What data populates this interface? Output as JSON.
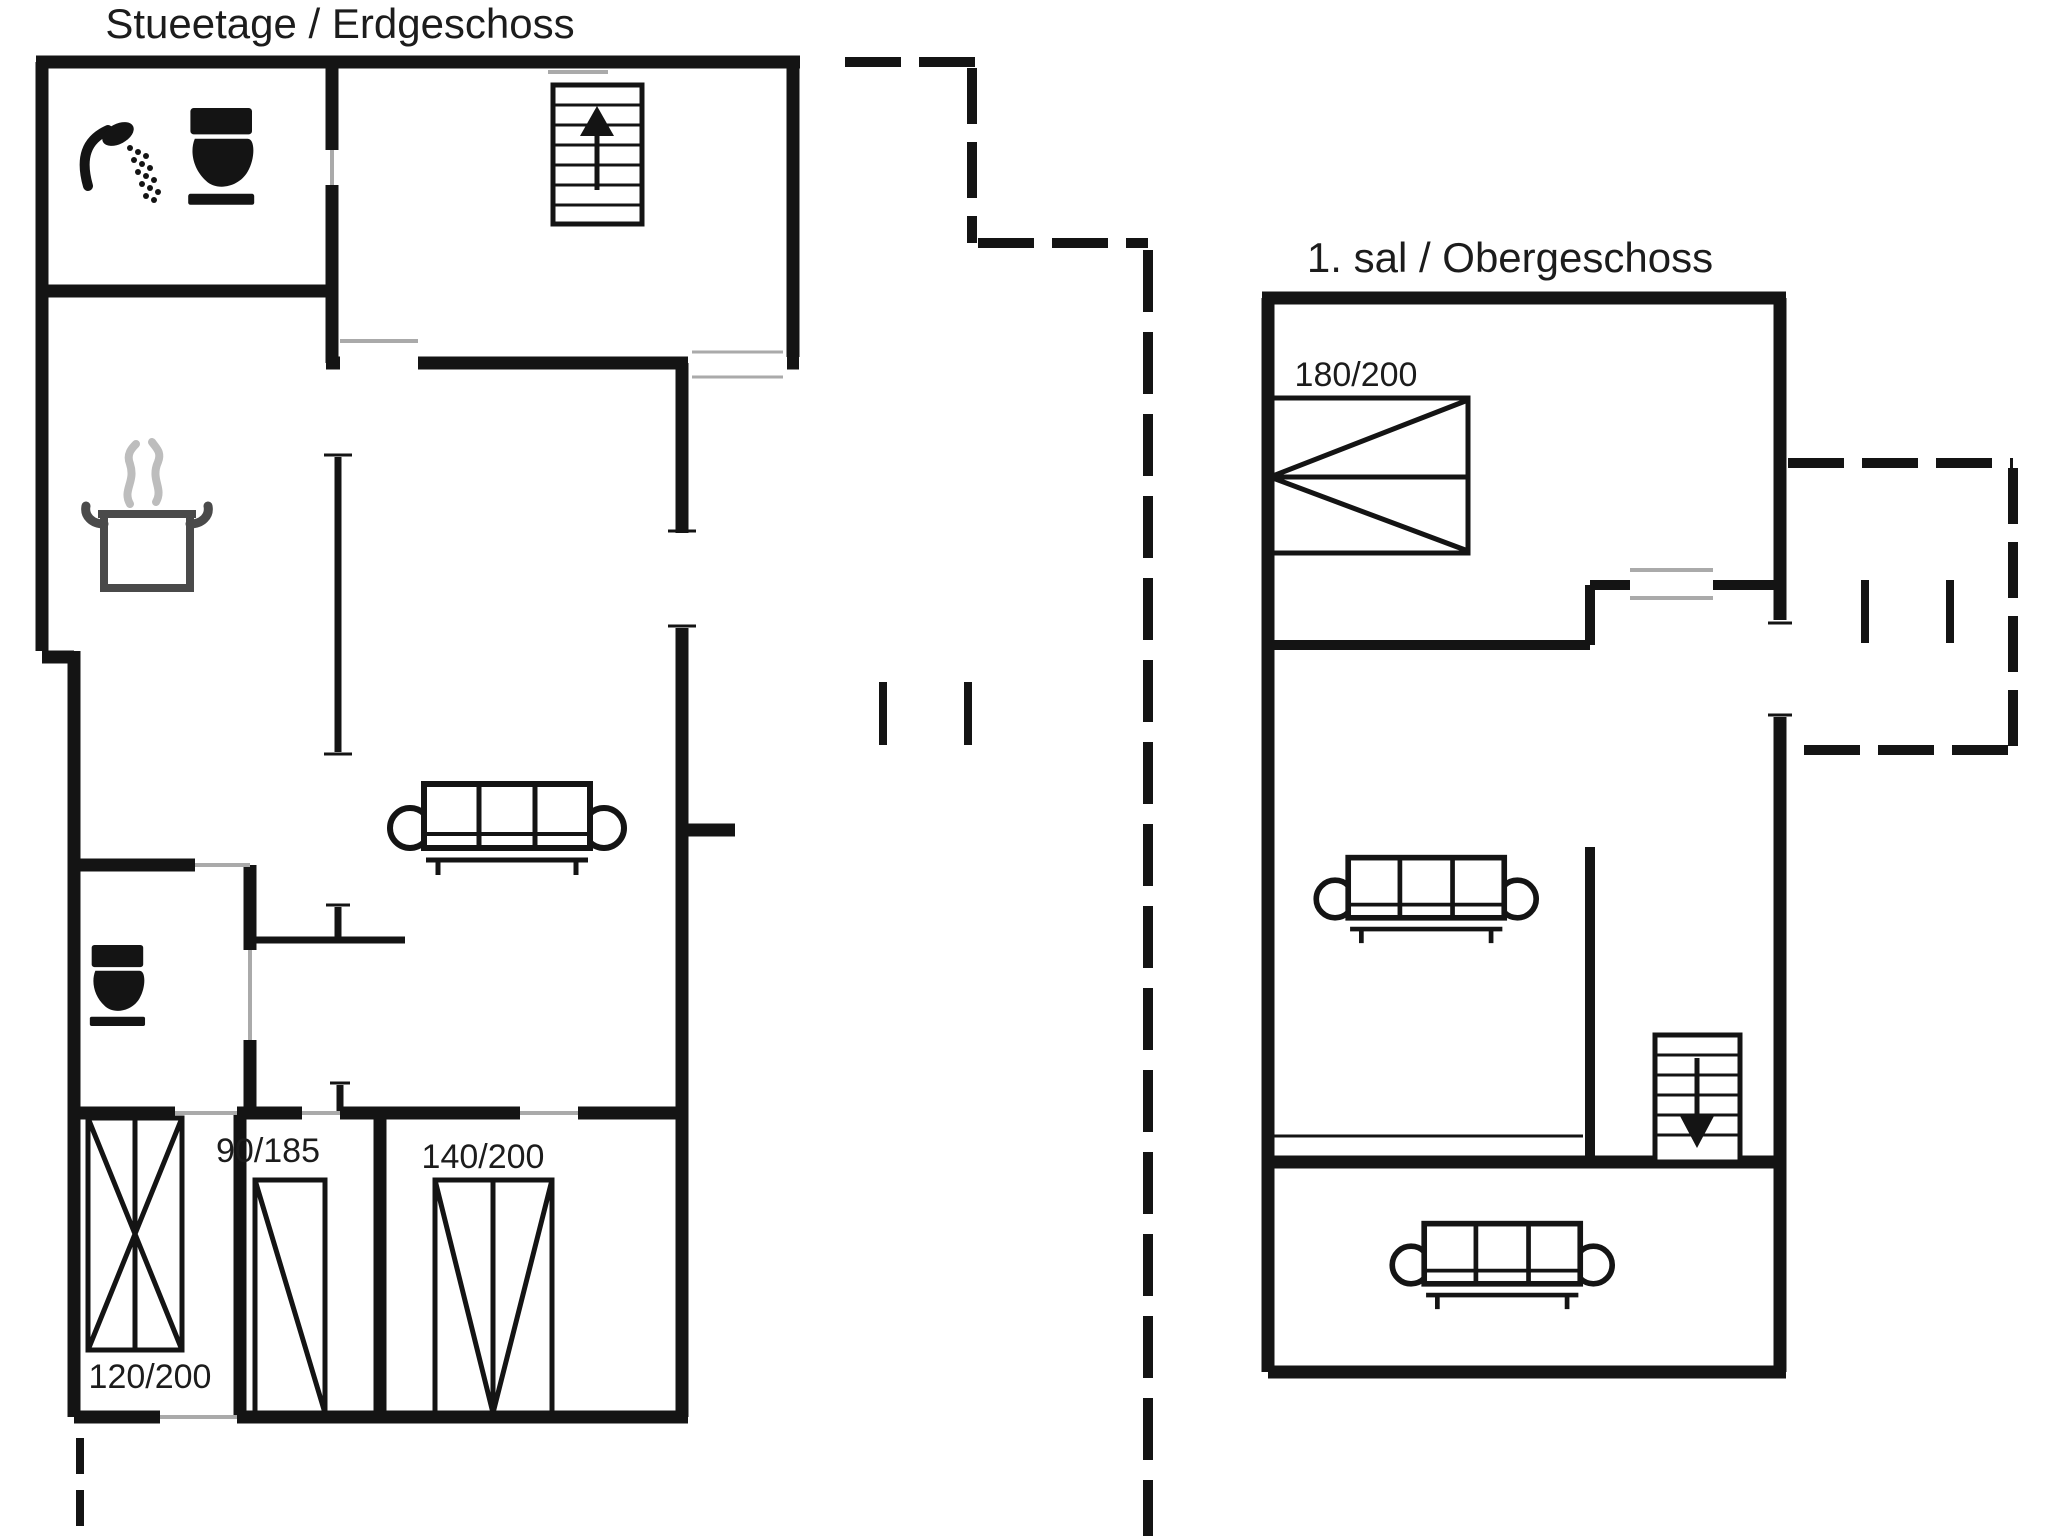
{
  "document": {
    "type": "floor-plan",
    "background": "#ffffff",
    "ink_color": "#141414",
    "opening_line_color": "#aaaaaa",
    "steam_color": "#bdbdbd"
  },
  "floors": [
    {
      "id": "ground-floor",
      "title": "Stueetage / Erdgeschoss",
      "beds": [
        {
          "label": "120/200"
        },
        {
          "label": "90/185"
        },
        {
          "label": "140/200"
        }
      ],
      "icons": [
        "shower-icon",
        "toilet-icon",
        "stairs-up-icon",
        "cooking-pot-icon",
        "sofa-icon",
        "toilet-icon"
      ]
    },
    {
      "id": "upper-floor",
      "title": "1. sal / Obergeschoss",
      "beds": [
        {
          "label": "180/200"
        }
      ],
      "icons": [
        "sofa-icon",
        "stairs-down-icon",
        "sofa-icon"
      ]
    }
  ]
}
